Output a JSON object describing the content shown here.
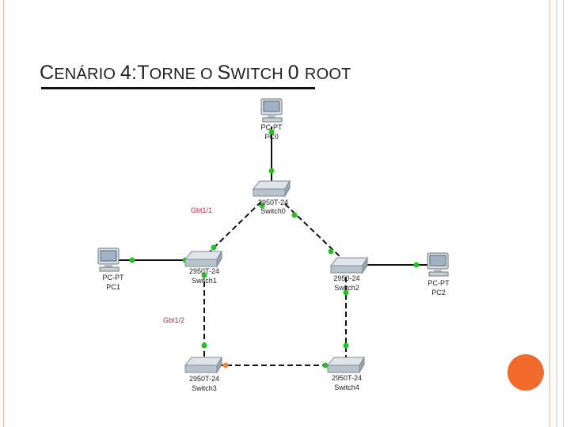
{
  "title": {
    "parts": [
      {
        "text": "C",
        "big": true
      },
      {
        "text": "ENÁRIO ",
        "big": false
      },
      {
        "text": "4:",
        "big": true
      },
      {
        "text": "T",
        "big": true
      },
      {
        "text": "ORNE O ",
        "big": false
      },
      {
        "text": "S",
        "big": true
      },
      {
        "text": "WITCH ",
        "big": false
      },
      {
        "text": "0 ",
        "big": true
      },
      {
        "text": "ROOT",
        "big": false
      }
    ]
  },
  "devices": {
    "pc0": {
      "model": "PC-PT",
      "name": "PC0"
    },
    "pc1": {
      "model": "PC-PT",
      "name": "PC1"
    },
    "pc2": {
      "model": "PC-PT",
      "name": "PC2"
    },
    "switch0": {
      "model": "2950T-24",
      "name": "Switch0"
    },
    "switch1": {
      "model": "2950T-24",
      "name": "Switch1"
    },
    "switch2": {
      "model": "2950-24",
      "name": "Switch2"
    },
    "switch3": {
      "model": "2950T-24",
      "name": "Switch3"
    },
    "switch4": {
      "model": "2950T-24",
      "name": "Switch4"
    }
  },
  "port_labels": {
    "switch1_gi1": "Gbt1/1",
    "switch1_gi2": "Gbt1/2"
  },
  "colors": {
    "link_up": "#22c322",
    "link_blocking": "#f08a3c",
    "accent": "#f26b2c",
    "border": "#f1b9a3"
  }
}
